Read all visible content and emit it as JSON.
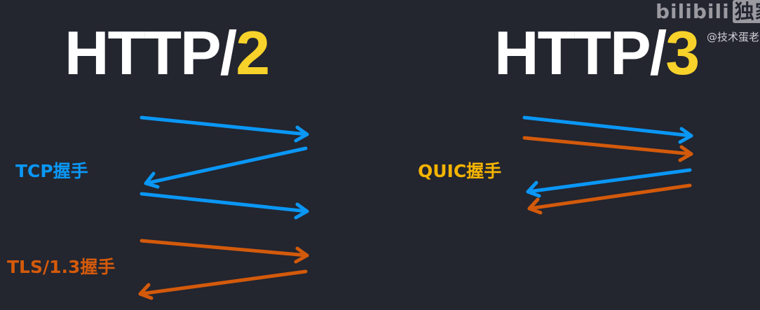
{
  "left": {
    "title_prefix": "HTTP/",
    "title_version": "2",
    "tcp_label": "TCP握手",
    "tls_label": "TLS/1.3握手"
  },
  "right": {
    "title_prefix": "HTTP/",
    "title_version": "3",
    "quic_label": "QUIC握手"
  },
  "watermark": {
    "logo": "bilibili",
    "badge": "独家",
    "credit": "@技术蛋老"
  },
  "colors": {
    "background": "#23252f",
    "tcp": "#0a97f5",
    "tls": "#d35a0b",
    "quic": "#f5b400",
    "version": "#f7d22a"
  }
}
